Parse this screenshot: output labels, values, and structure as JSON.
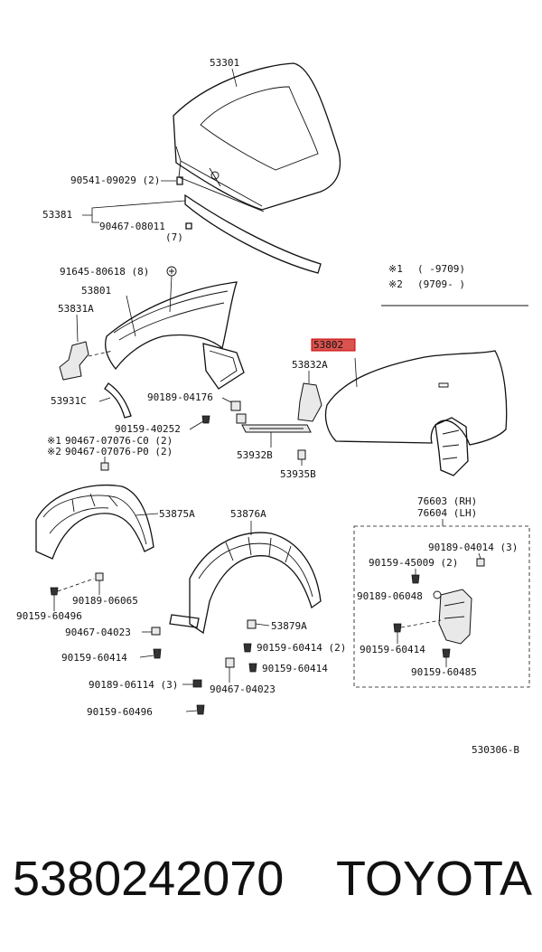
{
  "labels": {
    "hood": "53301",
    "clip_hood": "90541-09029 (2)",
    "seal": "53381",
    "clip_seal": "90467-08011",
    "clip_seal_qty": "(7)",
    "screw_fender": "91645-80618 (8)",
    "fender_lh": "53801",
    "bracket_lh": "53831A",
    "fender_rh": "53802",
    "bracket_rh": "53832A",
    "liner_ext": "53931C",
    "clip_04176": "90189-04176",
    "clip_40252": "90159-40252",
    "clip_c0": "90467-07076-C0 (2)",
    "clip_p0": "90467-07076-P0 (2)",
    "mark1": "※1",
    "mark2": "※2",
    "brace": "53932B",
    "spacer": "53935B",
    "liner_a": "53875A",
    "liner_b": "53876A",
    "clip_06065": "90189-06065",
    "clip_60496a": "90159-60496",
    "clip_04023a": "90467-04023",
    "clip_60414a": "90159-60414",
    "clip_06114": "90189-06114 (3)",
    "clip_60496b": "90159-60496",
    "clip_53879": "53879A",
    "clip_60414b": "90159-60414 (2)",
    "clip_60414c": "90159-60414",
    "clip_04023b": "90467-04023",
    "mud_rh": "76603 (RH)",
    "mud_lh": "76604 (LH)",
    "mud_04014": "90189-04014 (3)",
    "mud_45009": "90159-45009 (2)",
    "mud_06048": "90189-06048",
    "mud_60414": "90159-60414",
    "mud_60485": "90159-60485",
    "diagram_ref": "530306-B"
  },
  "legend": {
    "row1_mark": "※1",
    "row1_text": "(      -9709)",
    "row2_mark": "※2",
    "row2_text": "(9709-      )"
  },
  "footer": {
    "part_number": "5380242070",
    "brand": "TOYOTA"
  },
  "colors": {
    "highlight_fill": "#d9534f",
    "highlight_border": "#cc0000",
    "line": "#111111"
  },
  "icons": [
    "bolt-icon",
    "clip-icon",
    "screw-icon"
  ]
}
